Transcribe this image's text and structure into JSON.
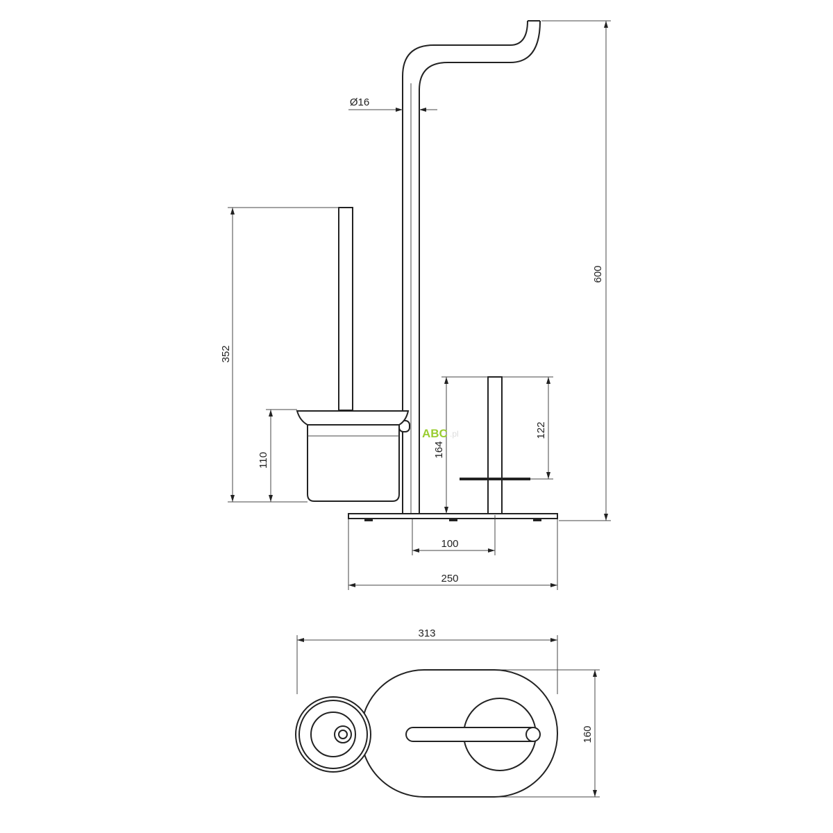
{
  "drawing": {
    "dimensions": {
      "total_height": "600",
      "pipe_diameter": "Ø16",
      "brush_height": "352",
      "brush_holder_height": "110",
      "roll_holder_height": "164",
      "roll_pin_height": "122",
      "pole_spacing": "100",
      "base_width": "250",
      "top_view_width": "313",
      "top_view_depth": "160"
    },
    "watermark": "ABC",
    "watermark_suffix": ".pl"
  }
}
